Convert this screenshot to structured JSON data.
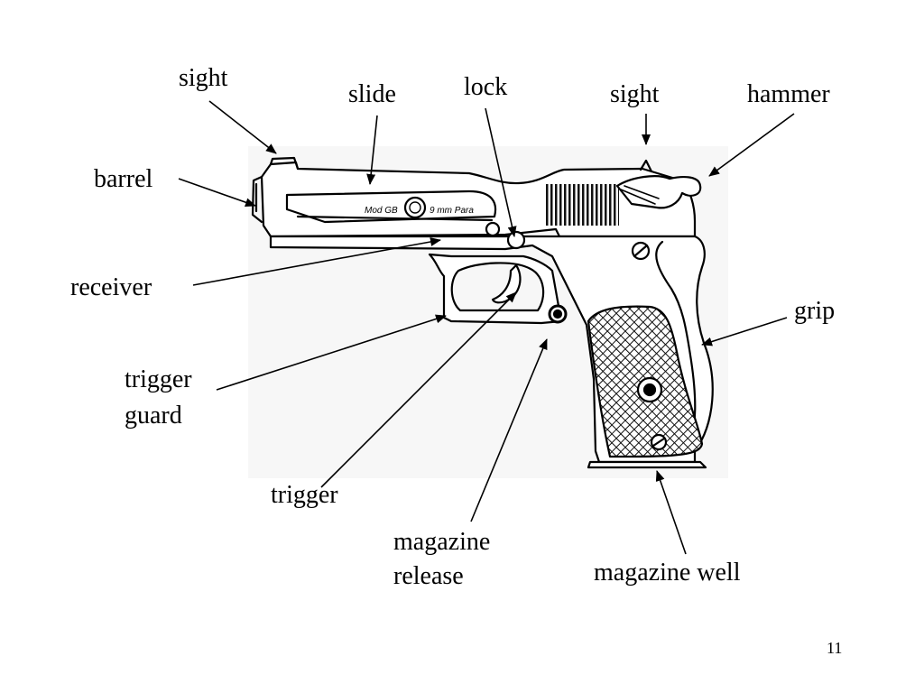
{
  "labels": {
    "sight_front": "sight",
    "slide": "slide",
    "lock": "lock",
    "sight_rear": "sight",
    "hammer": "hammer",
    "barrel": "barrel",
    "receiver": "receiver",
    "grip": "grip",
    "trigger_guard_line1": "trigger",
    "trigger_guard_line2": "guard",
    "trigger": "trigger",
    "magazine_release_line1": "magazine",
    "magazine_release_line2": "release",
    "magazine_well": "magazine well"
  },
  "engraving": {
    "model": "Mod GB",
    "caliber": "9 mm Para"
  },
  "page_number": "11",
  "colors": {
    "background": "#ffffff",
    "figure_background": "#f7f7f7",
    "ink": "#000000"
  }
}
